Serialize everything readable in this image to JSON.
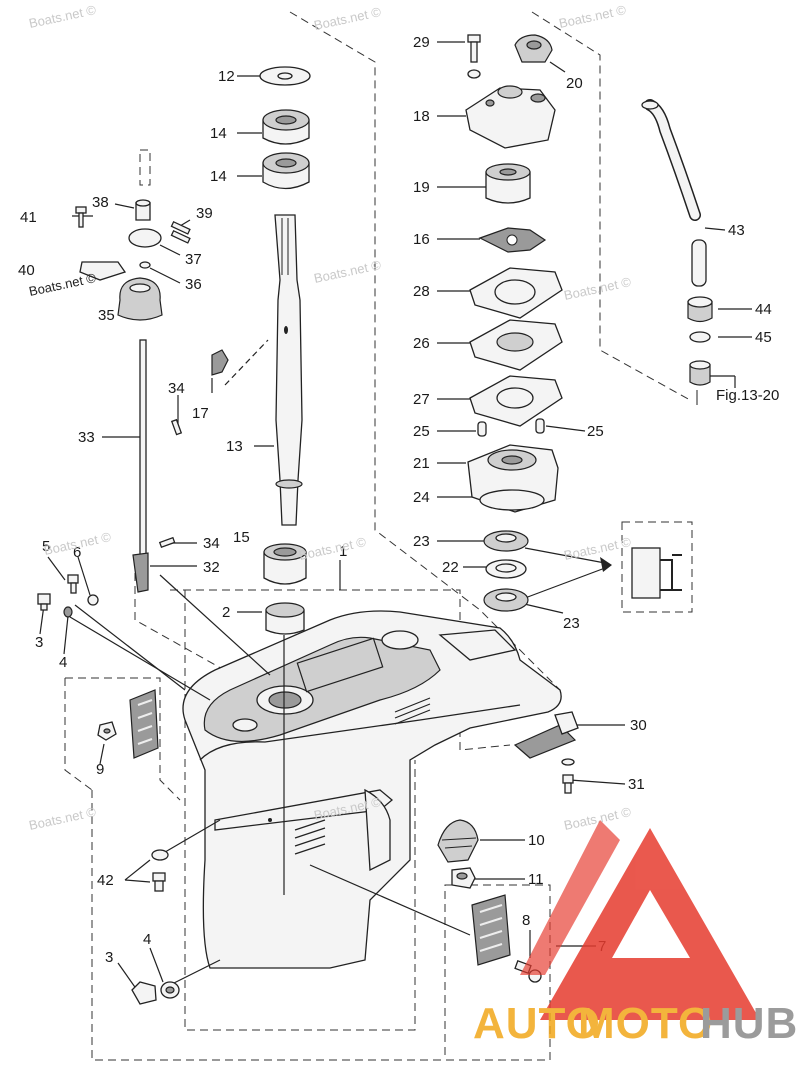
{
  "watermark": "Boats.net ©",
  "callouts": {
    "n1": "1",
    "n2": "2",
    "n3a": "3",
    "n3b": "3",
    "n4a": "4",
    "n4b": "4",
    "n5": "5",
    "n6": "6",
    "n7": "7",
    "n8": "8",
    "n9": "9",
    "n10": "10",
    "n11": "11",
    "n12": "12",
    "n13": "13",
    "n14a": "14",
    "n14b": "14",
    "n15": "15",
    "n16": "16",
    "n17": "17",
    "n18": "18",
    "n19": "19",
    "n20": "20",
    "n21": "21",
    "n22": "22",
    "n23a": "23",
    "n23b": "23",
    "n24": "24",
    "n25a": "25",
    "n25b": "25",
    "n26": "26",
    "n27": "27",
    "n28": "28",
    "n29": "29",
    "n30": "30",
    "n31": "31",
    "n32": "32",
    "n33": "33",
    "n34a": "34",
    "n34b": "34",
    "n35": "35",
    "n36": "36",
    "n37": "37",
    "n38": "38",
    "n39": "39",
    "n40": "40",
    "n41": "41",
    "n42": "42",
    "n43": "43",
    "n44": "44",
    "n45": "45"
  },
  "figure_ref": "Fig.13-20",
  "logo": {
    "word1": "AUTO",
    "word2": "MOTO",
    "word3": "HUB",
    "color_auto": "#f2a71b",
    "color_moto": "#f2a71b",
    "color_hub": "#8a8a8a",
    "triangle_color": "#e63c2f"
  }
}
